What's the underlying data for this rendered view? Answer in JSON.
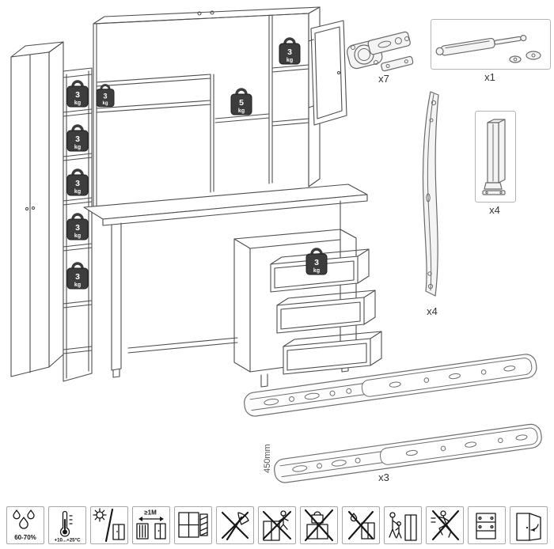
{
  "weight_badges": [
    {
      "value": "3",
      "unit": "kg"
    },
    {
      "value": "3",
      "unit": "kg"
    },
    {
      "value": "3",
      "unit": "kg"
    },
    {
      "value": "3",
      "unit": "kg"
    },
    {
      "value": "3",
      "unit": "kg"
    },
    {
      "value": "3",
      "unit": "kg"
    },
    {
      "value": "5",
      "unit": "kg"
    },
    {
      "value": "3",
      "unit": "kg"
    },
    {
      "value": "3",
      "unit": "kg"
    }
  ],
  "parts": {
    "hinge": {
      "name": "concealed-hinge",
      "qty": "x7"
    },
    "gas_strut": {
      "name": "gas-lift-strut",
      "qty": "x1"
    },
    "wall_strip": {
      "name": "metal-strip-bracket",
      "qty": "x4"
    },
    "leg": {
      "name": "square-leg",
      "qty": "x4"
    },
    "drawer_slide": {
      "name": "telescopic-drawer-slide",
      "qty": "x3",
      "length": "450mm"
    }
  },
  "care_icons": [
    {
      "name": "humidity-icon",
      "label": "60-70%"
    },
    {
      "name": "temperature-icon",
      "label": "+10...+25°C"
    },
    {
      "name": "no-direct-sunlight-icon",
      "label": ""
    },
    {
      "name": "heat-distance-icon",
      "label": "≥1M"
    },
    {
      "name": "ventilation-window-icon",
      "label": ""
    },
    {
      "name": "no-sharp-tools-icon",
      "label": ""
    },
    {
      "name": "no-climbing-icon",
      "label": ""
    },
    {
      "name": "no-heavy-load-icon",
      "label": ""
    },
    {
      "name": "no-liquids-icon",
      "label": ""
    },
    {
      "name": "door-swing-area-icon",
      "label": ""
    },
    {
      "name": "no-running-icon",
      "label": ""
    },
    {
      "name": "internal-shelves-icon",
      "label": ""
    },
    {
      "name": "close-door-icon",
      "label": ""
    }
  ]
}
